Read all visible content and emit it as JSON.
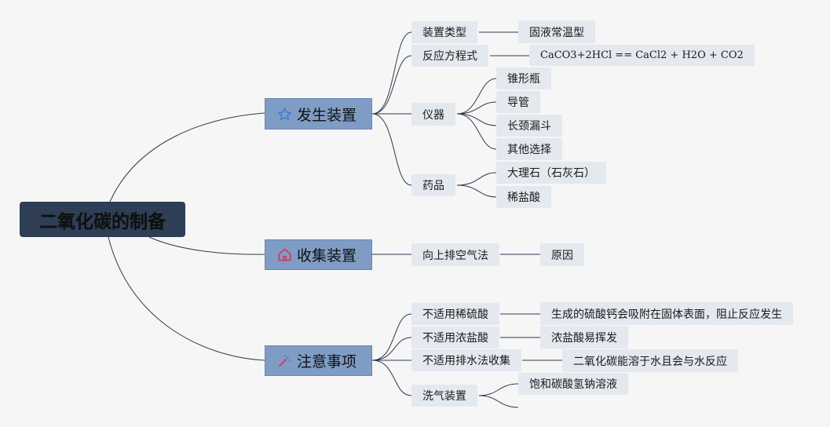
{
  "root": {
    "label": "二氧化碳的制备"
  },
  "branches": {
    "generation": {
      "label": "发生装置",
      "icon": "star-icon",
      "device_type": {
        "label": "装置类型",
        "value": "固液常温型"
      },
      "reaction": {
        "label": "反应方程式",
        "value": "CaCO3+2HCl == CaCl2 + H2O + CO2"
      },
      "instruments": {
        "label": "仪器",
        "items": [
          "锥形瓶",
          "导管",
          "长颈漏斗",
          "其他选择"
        ]
      },
      "reagents": {
        "label": "药品",
        "items": [
          "大理石（石灰石）",
          "稀盐酸"
        ]
      }
    },
    "collection": {
      "label": "收集装置",
      "icon": "home-icon",
      "method": {
        "label": "向上排空气法",
        "value": "原因"
      }
    },
    "notes": {
      "label": "注意事项",
      "icon": "magic-wand-icon",
      "items": [
        {
          "label": "不适用稀硫酸",
          "value": "生成的硫酸钙会吸附在固体表面，阻止反应发生"
        },
        {
          "label": "不适用浓盐酸",
          "value": "浓盐酸易挥发"
        },
        {
          "label": "不适用排水法收集",
          "value": "二氧化碳能溶于水且会与水反应"
        },
        {
          "label": "洗气装置",
          "value": "饱和碳酸氢钠溶液"
        }
      ]
    }
  },
  "colors": {
    "background": "#f6f6f6",
    "root_fill": "#2d3e55",
    "main_fill": "#7f9cc5",
    "sub_fill": "#e4e8ef",
    "line": "#2f3a4e",
    "star_icon": "#3a7bd5",
    "home_icon": "#d8315b",
    "wand_icon": "#d8315b"
  }
}
